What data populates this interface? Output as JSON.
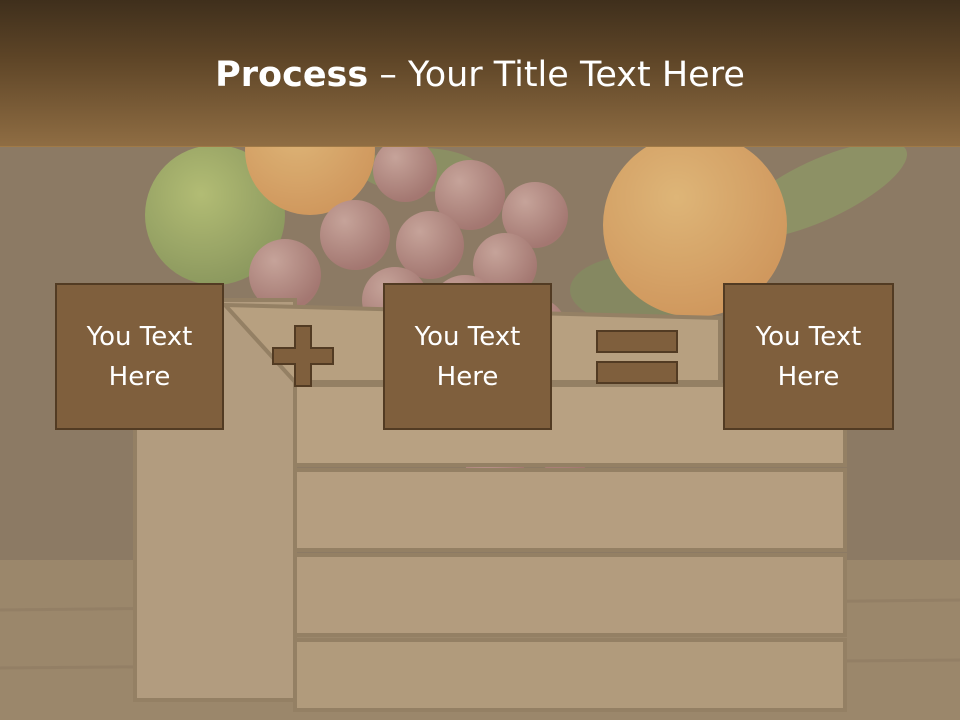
{
  "title": {
    "bold": "Process",
    "rest": " – Your Title Text Here"
  },
  "boxes": [
    {
      "line1": "You Text",
      "line2": "Here"
    },
    {
      "line1": "You Text",
      "line2": "Here"
    },
    {
      "line1": "You Text",
      "line2": "Here"
    }
  ],
  "operators": {
    "first": "plus-icon",
    "second": "equals-icon"
  },
  "colors": {
    "title_bar": "#5e4527",
    "box_fill": "#7f5f3d",
    "box_border": "#523b23",
    "text": "#ffffff"
  }
}
